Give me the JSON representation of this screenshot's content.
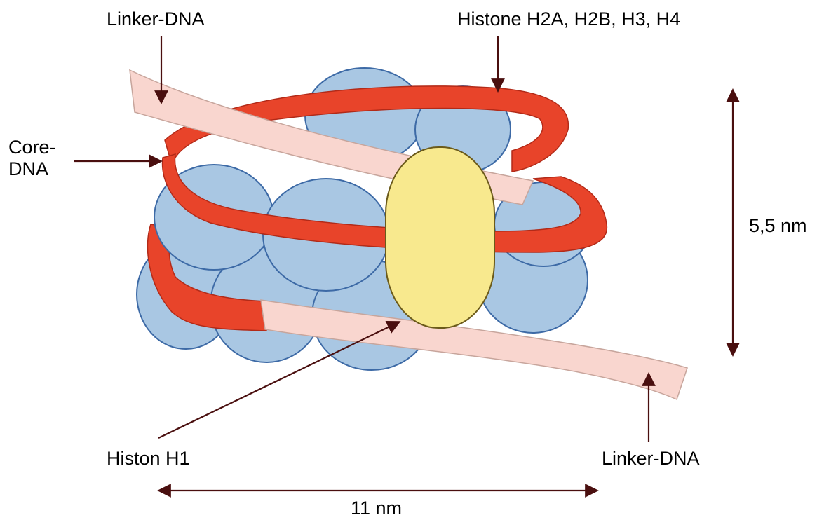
{
  "labels": {
    "linker_dna_top": "Linker-DNA",
    "histone_core": "Histone H2A, H2B, H3, H4",
    "core_dna_line1": "Core-",
    "core_dna_line2": "DNA",
    "height_dim": "5,5 nm",
    "histone_h1": "Histon H1",
    "linker_dna_bottom": "Linker-DNA",
    "width_dim": "11 nm"
  },
  "colors": {
    "histone_core": "#a9c7e3",
    "histone_core_edge": "#3d6aa6",
    "core_dna": "#e8442a",
    "linker_dna": "#f9d6cf",
    "histone_h1": "#f8e98e",
    "arrow": "#4a0f0f"
  }
}
